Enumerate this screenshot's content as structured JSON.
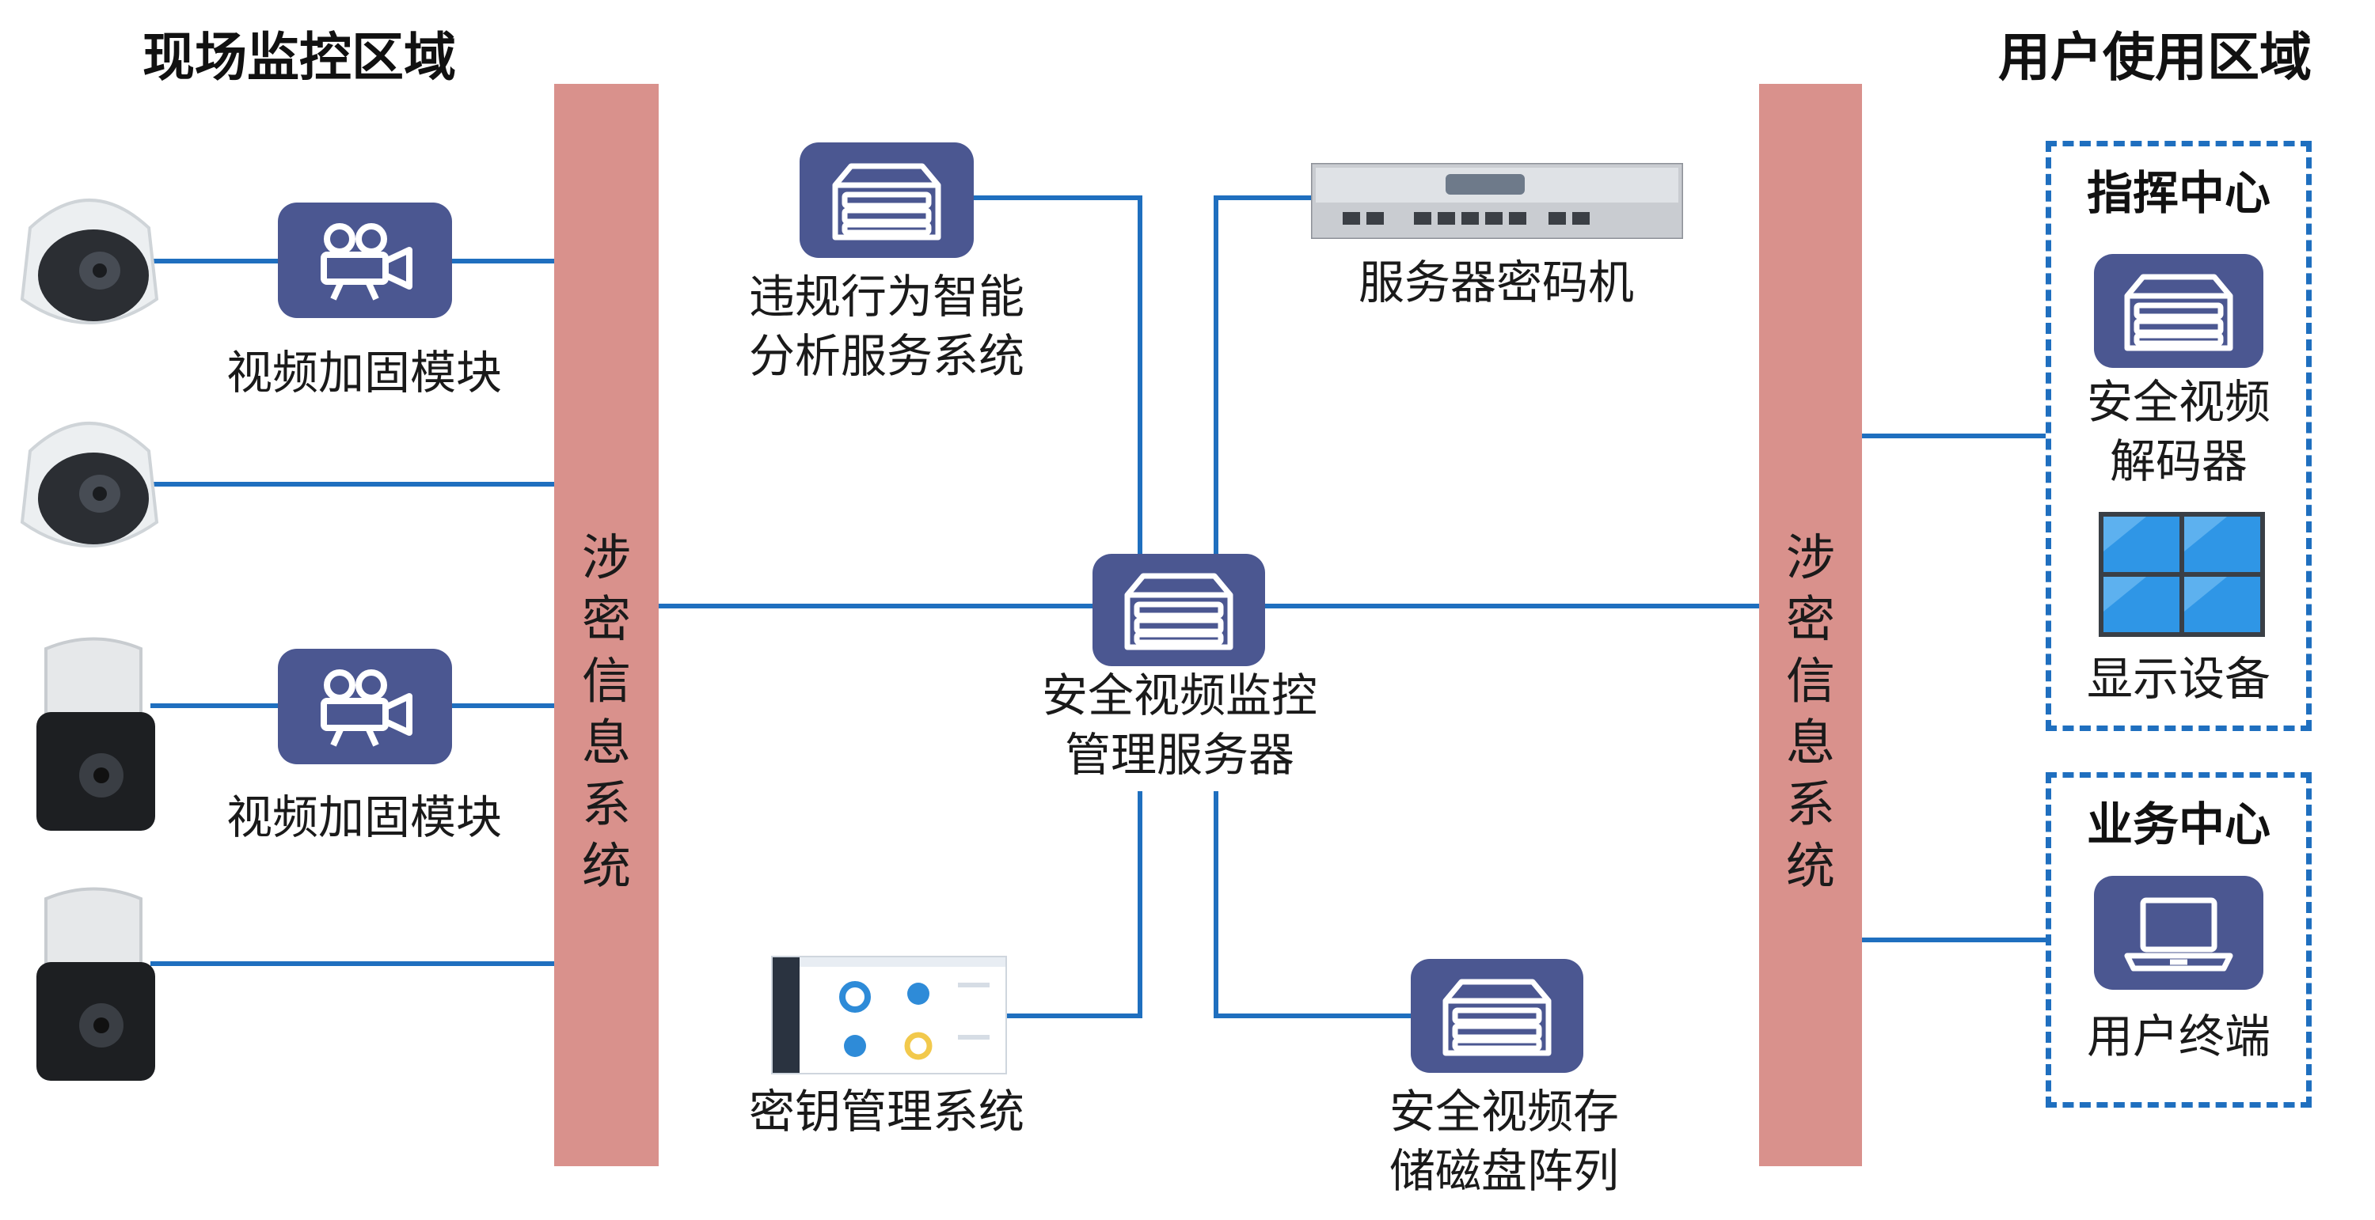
{
  "titles": {
    "field_zone": "现场监控区域",
    "user_zone": "用户使用区域"
  },
  "left_bar_chars": [
    "涉",
    "密",
    "信",
    "息",
    "系",
    "统"
  ],
  "right_bar_chars": [
    "涉",
    "密",
    "信",
    "息",
    "系",
    "统"
  ],
  "modules": {
    "video_module_1": "视频加固模块",
    "video_module_2": "视频加固模块"
  },
  "center": {
    "analysis": [
      "违规行为智能",
      "分析服务系统"
    ],
    "crypto": "服务器密码机",
    "management": [
      "安全视频监控",
      "管理服务器"
    ],
    "key_mgmt": "密钥管理系统",
    "storage": [
      "安全视频存",
      "储磁盘阵列"
    ]
  },
  "command_center": {
    "title": "指挥中心",
    "decoder": [
      "安全视频",
      "解码器"
    ],
    "display": "显示设备"
  },
  "business_center": {
    "title": "业务中心",
    "terminal": "用户终端"
  },
  "colors": {
    "line": "#1f6fbf",
    "bar": "#d9918c",
    "tile": "#4b5791"
  }
}
